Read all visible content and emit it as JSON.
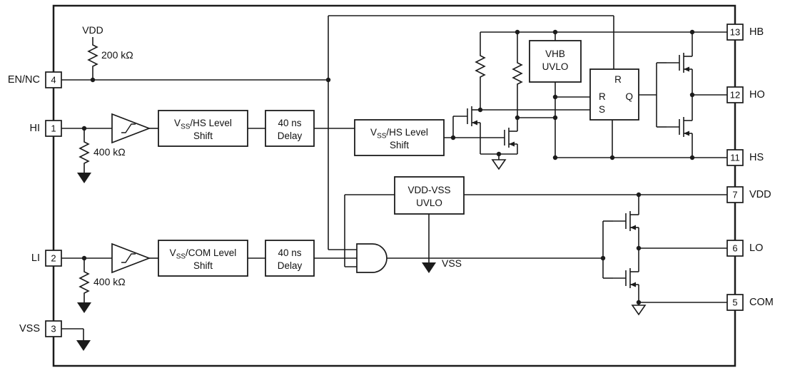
{
  "pins_left": [
    {
      "num": "4",
      "label": "EN/NC"
    },
    {
      "num": "1",
      "label": "HI"
    },
    {
      "num": "2",
      "label": "LI"
    },
    {
      "num": "3",
      "label": "VSS"
    }
  ],
  "pins_right": [
    {
      "num": "13",
      "label": "HB"
    },
    {
      "num": "12",
      "label": "HO"
    },
    {
      "num": "11",
      "label": "HS"
    },
    {
      "num": "7",
      "label": "VDD"
    },
    {
      "num": "6",
      "label": "LO"
    },
    {
      "num": "5",
      "label": "COM"
    }
  ],
  "labels": {
    "vdd": "VDD",
    "r_pullup": "200 kΩ",
    "r_hi": "400 kΩ",
    "r_li": "400 kΩ",
    "vss_net": "VSS"
  },
  "blocks": {
    "ls_hs1": {
      "pre": "V",
      "sub": "SS",
      "post": "/HS Level",
      "line2": "Shift"
    },
    "delay1": {
      "line1": "40 ns",
      "line2": "Delay"
    },
    "ls_hs2": {
      "pre": "V",
      "sub": "SS",
      "post": "/HS Level",
      "line2": "Shift"
    },
    "ls_com": {
      "pre": "V",
      "sub": "SS",
      "post": "/COM Level",
      "line2": "Shift"
    },
    "delay2": {
      "line1": "40 ns",
      "line2": "Delay"
    },
    "vhb_uvlo": {
      "line1": "VHB",
      "line2": "UVLO"
    },
    "vdd_uvlo": {
      "line1": "VDD-VSS",
      "line2": "UVLO"
    },
    "latch": {
      "in_top": "R",
      "in_left1": "R",
      "in_left2": "S",
      "out": "Q"
    }
  },
  "colors": {
    "line": "#1b1b1b",
    "background": "#ffffff"
  }
}
